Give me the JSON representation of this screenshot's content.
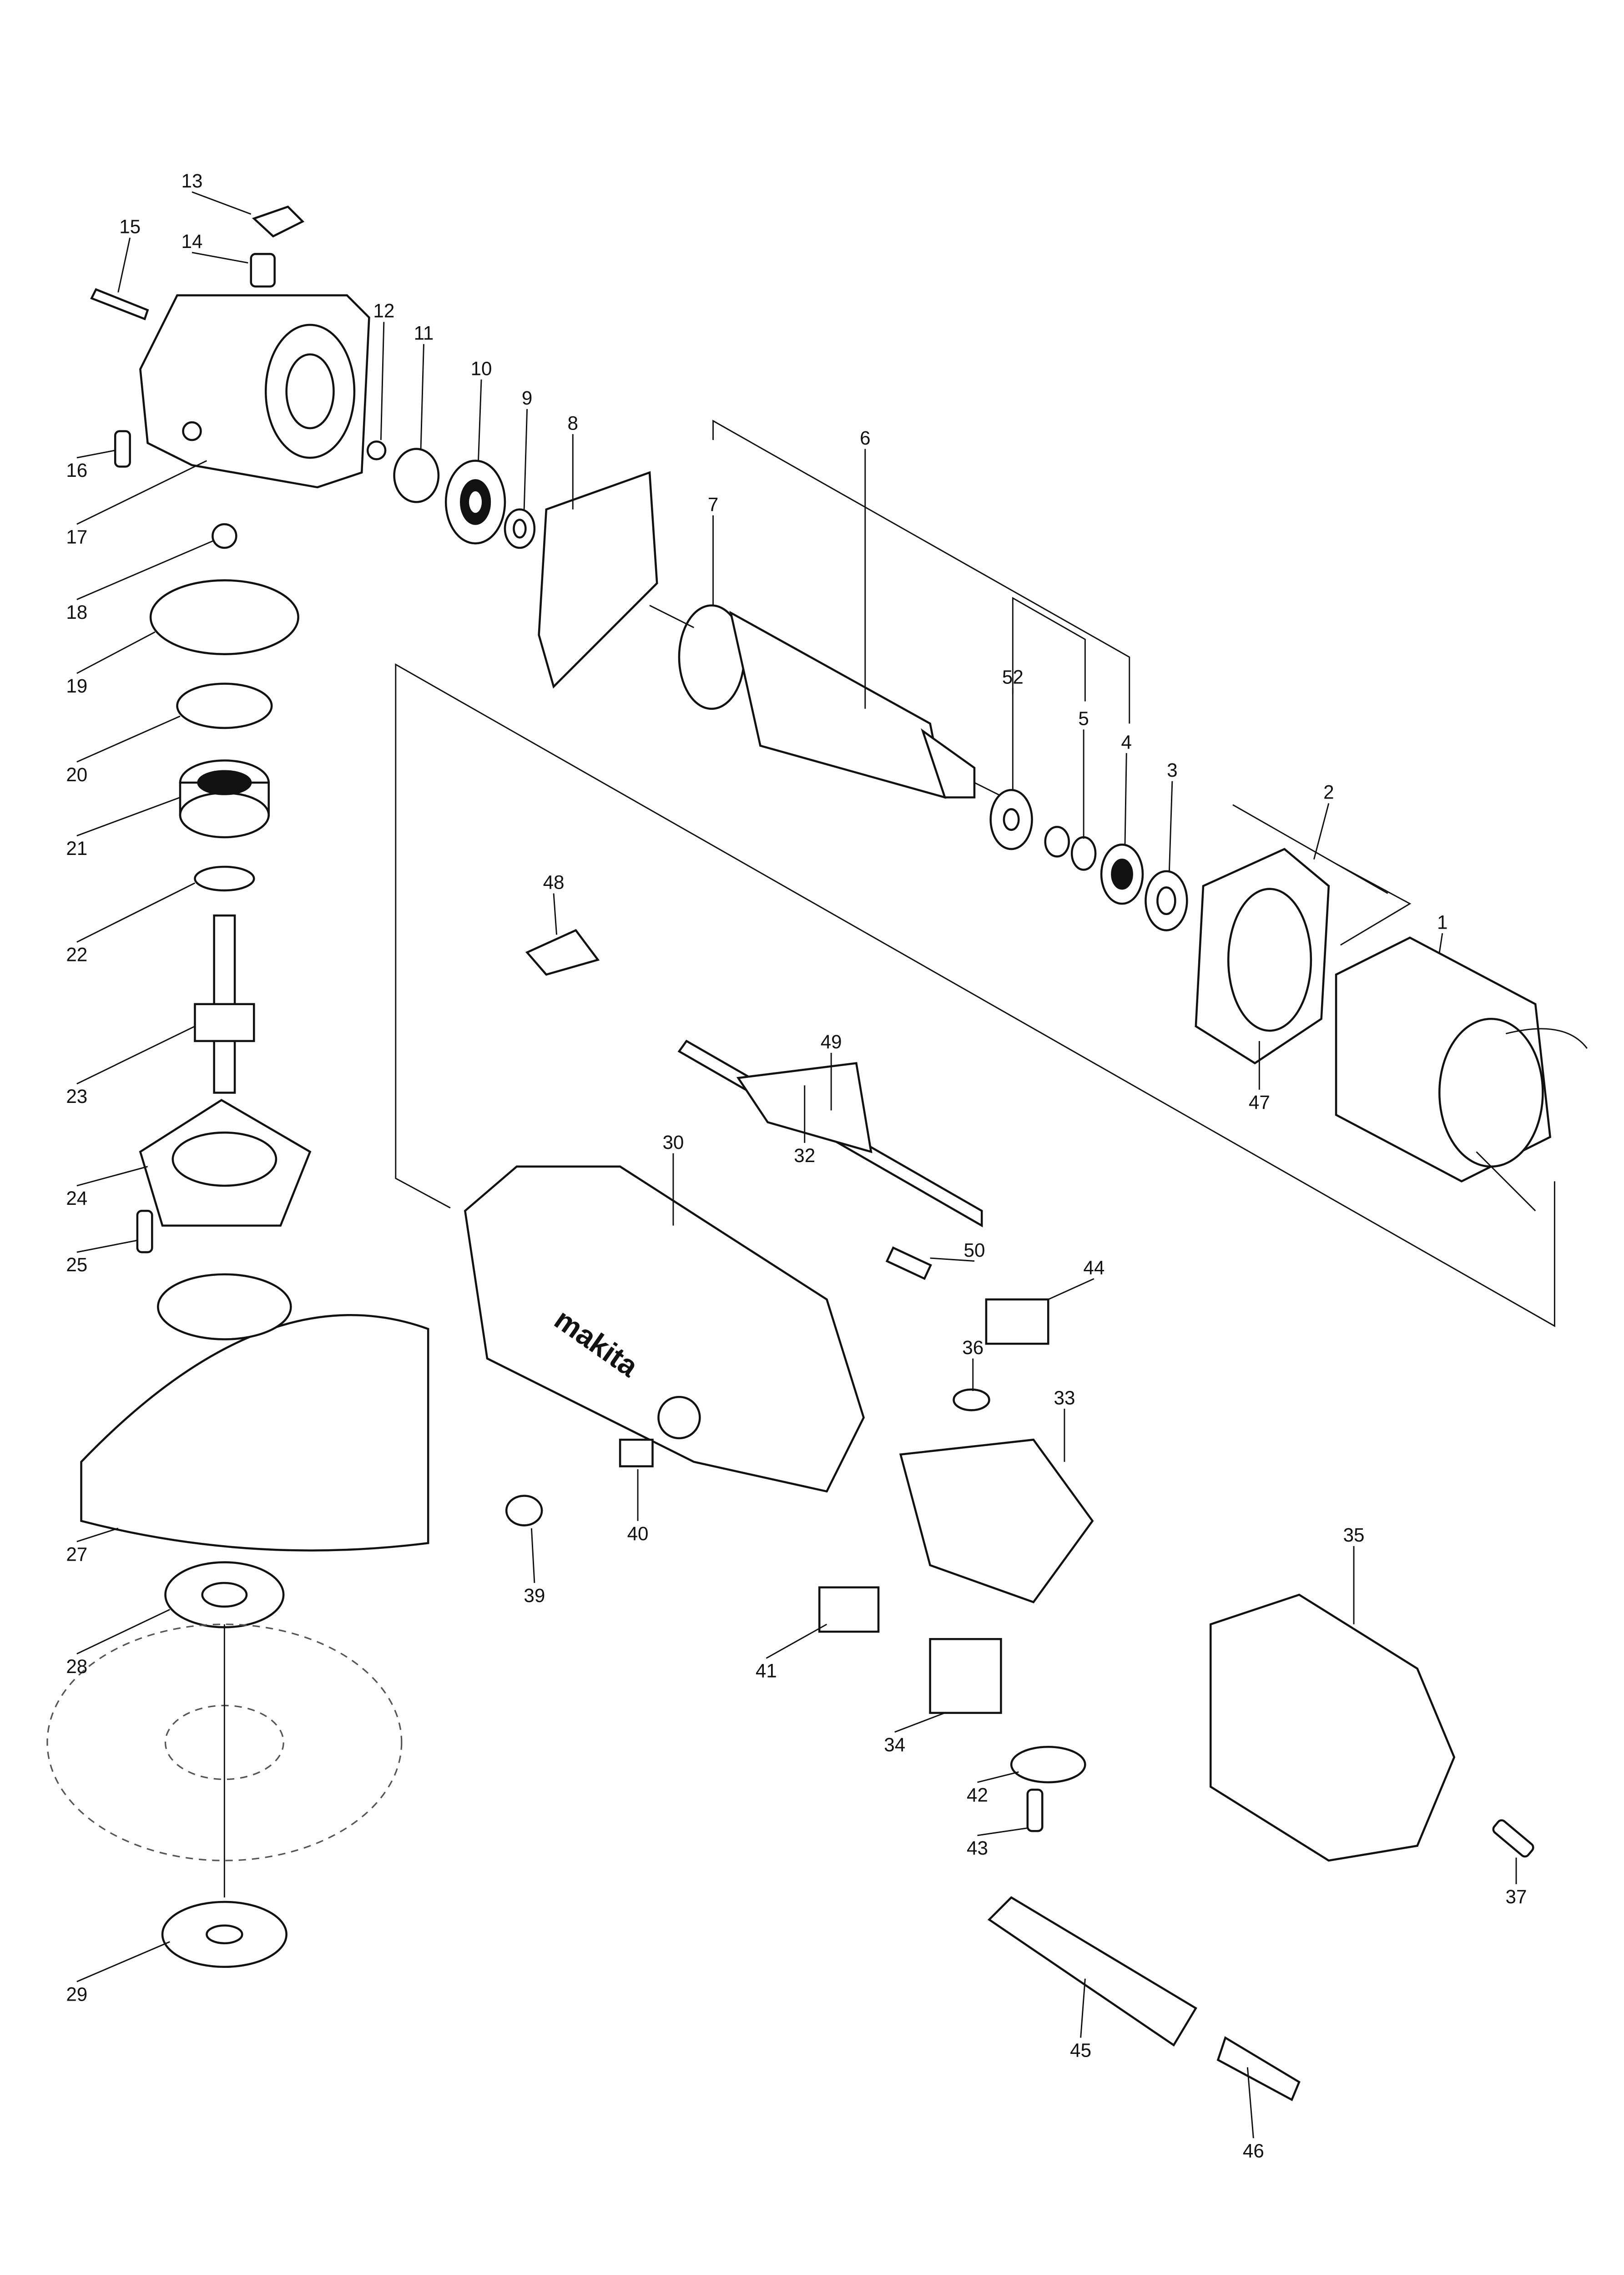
{
  "diagram": {
    "type": "exploded-parts-view",
    "brand_mark": "makita",
    "part_numbers": [
      "1",
      "2",
      "3",
      "4",
      "5",
      "6",
      "7",
      "8",
      "9",
      "10",
      "11",
      "12",
      "13",
      "14",
      "15",
      "16",
      "17",
      "18",
      "19",
      "20",
      "21",
      "22",
      "23",
      "24",
      "25",
      "27",
      "28",
      "29",
      "30",
      "32",
      "33",
      "34",
      "35",
      "36",
      "37",
      "39",
      "40",
      "41",
      "42",
      "43",
      "44",
      "45",
      "46",
      "47",
      "48",
      "49",
      "50",
      "52"
    ]
  }
}
